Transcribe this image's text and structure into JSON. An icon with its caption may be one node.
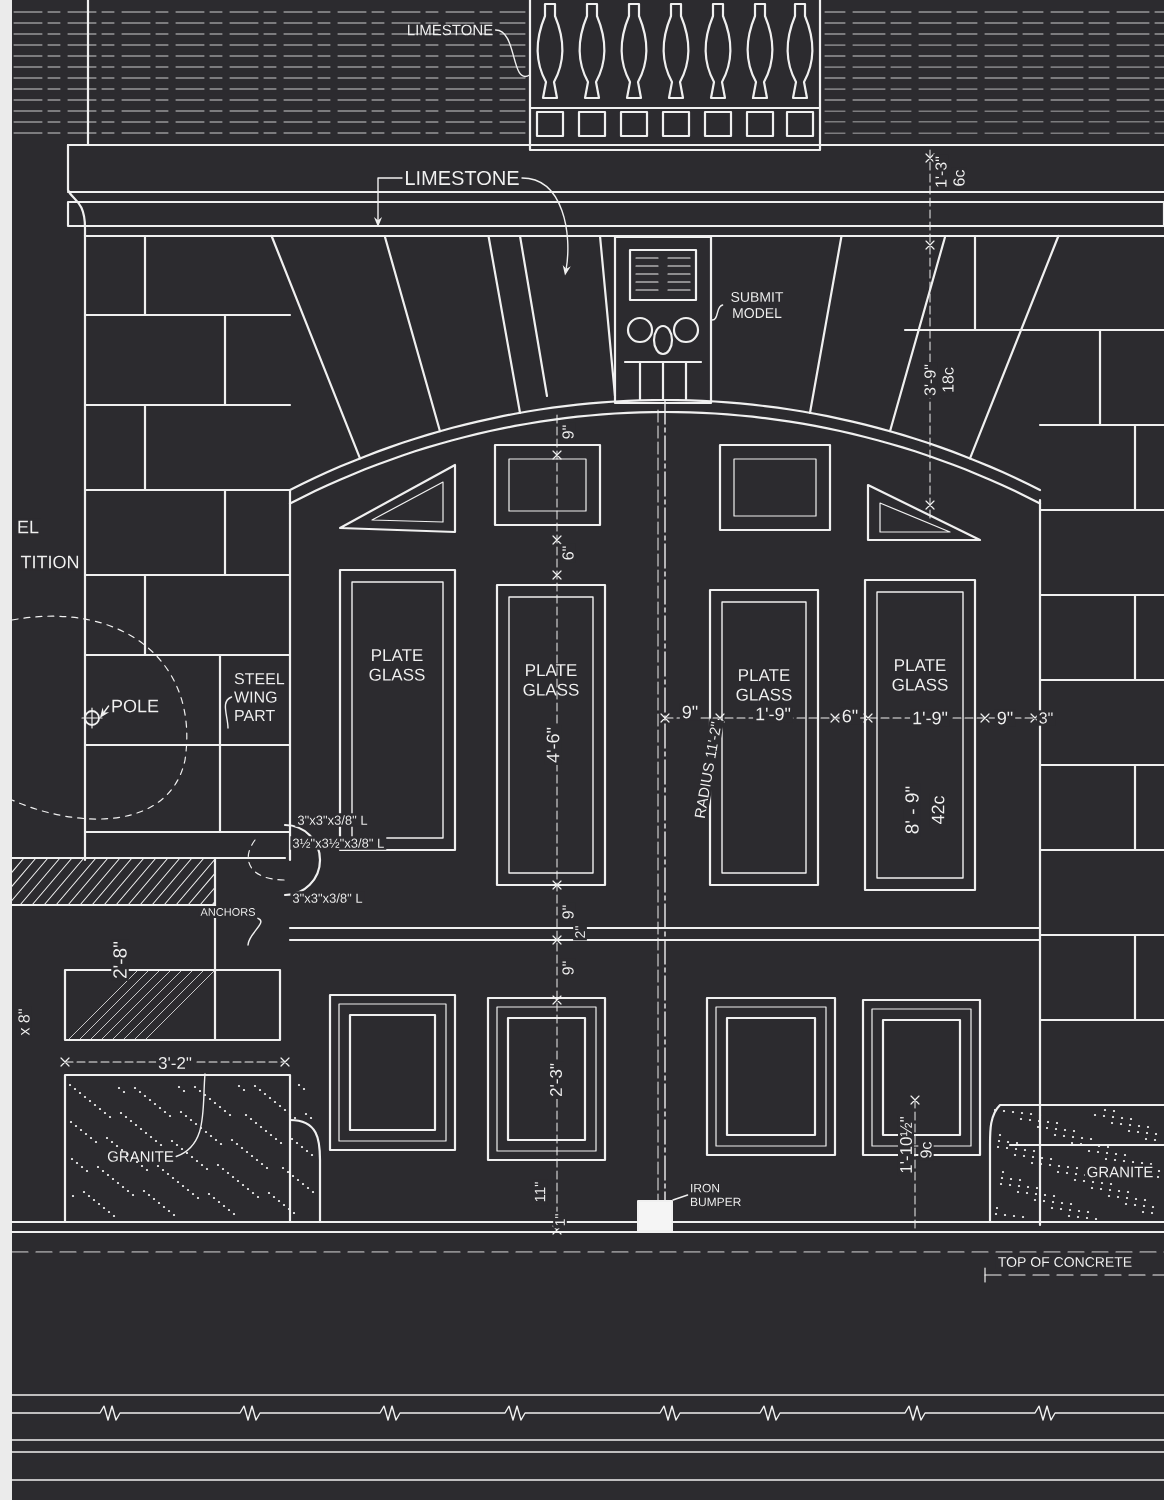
{
  "diagram": {
    "nodes": [
      {
        "text": [
          "LIMESTONE"
        ]
      },
      {
        "text": [],
        "shape": "picture"
      },
      {
        "text": [
          "LIMESTONE"
        ]
      },
      {
        "text": [],
        "shape": "box"
      },
      {
        "text": [],
        "shape": "box"
      },
      {
        "text": [],
        "shape": "picture"
      },
      {
        "text": [
          "SUBMIT MODEL"
        ]
      },
      {
        "text": [
          "PLATE GLASS"
        ]
      },
      {
        "text": [
          "PLATE GLASS"
        ]
      },
      {
        "text": [
          "PLATE GLASS"
        ]
      },
      {
        "text": [
          "PLATE GLASS"
        ]
      },
      {
        "text": [
          "POLE"
        ]
      },
      {
        "text": [],
        "shape": "circle"
      },
      {
        "text": [
          "STEEL WING PART"
        ]
      },
      {
        "text": [
          "ANCHORS"
        ]
      },
      {
        "text": [],
        "shape": "box"
      },
      {
        "text": [
          "GRANITE"
        ],
        "in": 15
      },
      {
        "text": [
          "GRANITE"
        ]
      },
      {
        "text": [
          "IRON BUMPER"
        ]
      },
      {
        "text": [],
        "shape": "box"
      }
    ],
    "edges": [
      {
        "from": 0,
        "to": 1,
        "arrow": "none"
      },
      {
        "from": 2,
        "to": 3,
        "arrow": "to"
      },
      {
        "from": 2,
        "to": 4,
        "arrow": "to"
      },
      {
        "from": 6,
        "to": 5,
        "arrow": "none"
      },
      {
        "from": 11,
        "to": 12,
        "arrow": "to"
      },
      {
        "from": 13,
        "to": null,
        "arrow": "none"
      },
      {
        "from": 14,
        "to": null,
        "arrow": "none"
      },
      {
        "from": 16,
        "to": 15,
        "arrow": "none"
      },
      {
        "from": 18,
        "to": 19,
        "arrow": "none"
      }
    ],
    "labels": [
      "1'-3\"",
      "6c",
      "3'-9\"",
      "18c",
      "9\"",
      "EL",
      "TITION",
      "6\"",
      "4'-6\"",
      "9\"",
      "1'-9\"",
      "6\"",
      "1'-9\"",
      "9\"",
      "3\"",
      "RADIUS 11'-2\"",
      "8' - 9\"",
      "42c",
      "3\"x3\"x3/8\" L",
      "3½\"x3½\"x3/8\" L",
      "3\"x3\"x3/8\" L",
      "2'-8\"",
      "9\"",
      "2\"",
      "9\"",
      "x 8\"",
      "3'-2\"",
      "2'-3\"",
      "1'-10½\"",
      "9c",
      "11\"",
      "1\"",
      "TOP OF CONCRETE"
    ]
  }
}
